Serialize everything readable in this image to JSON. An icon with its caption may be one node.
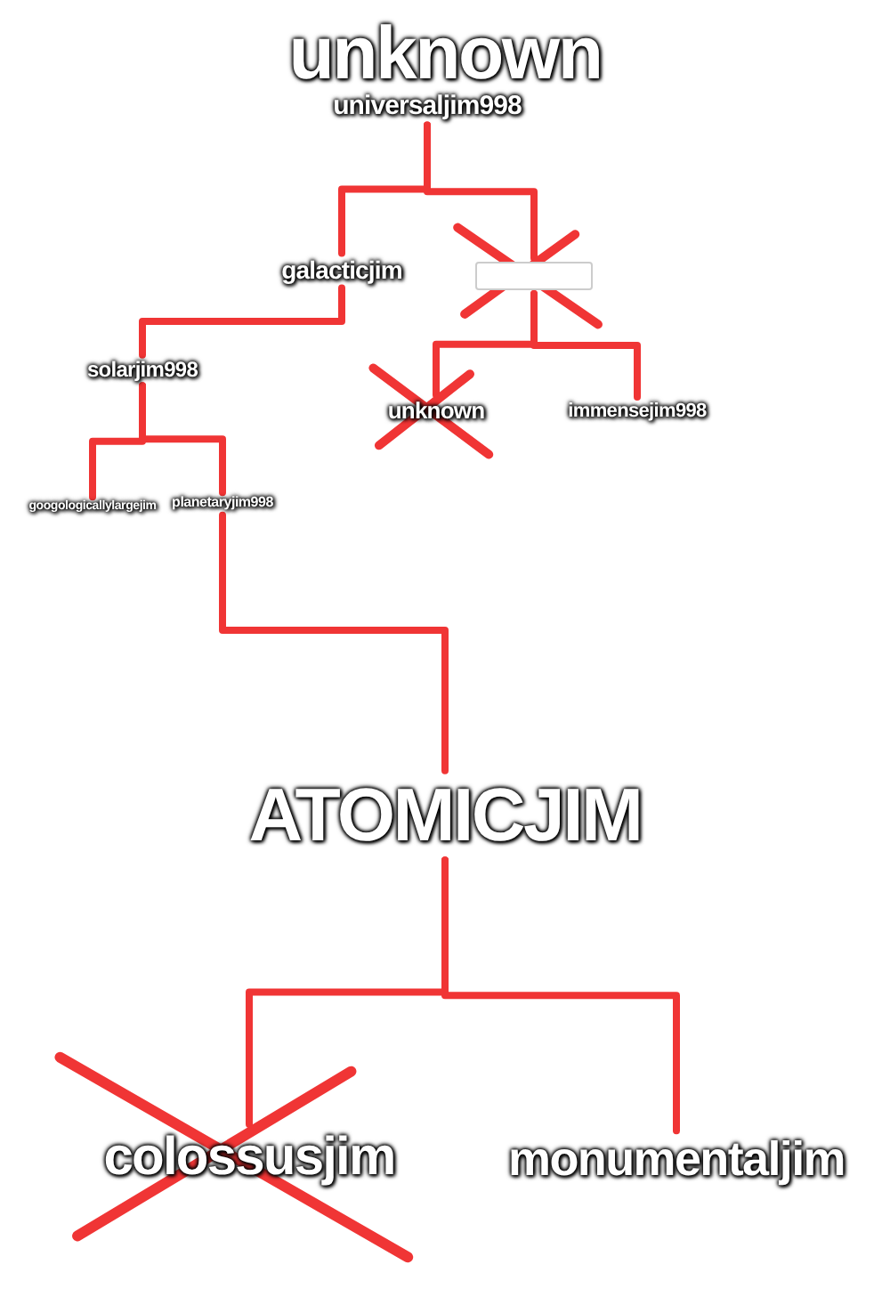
{
  "diagram": {
    "title": "unknown",
    "nodes": [
      {
        "text": [
          "universaljim998"
        ]
      },
      {
        "text": [
          "galacticjim"
        ]
      },
      {
        "text": [],
        "shape": "box"
      },
      {
        "text": [
          "solarjim998"
        ]
      },
      {
        "text": [
          "unknown"
        ]
      },
      {
        "text": [
          "immensejim998"
        ]
      },
      {
        "text": [
          "googologicallylargejim"
        ]
      },
      {
        "text": [
          "planetaryjim998"
        ]
      },
      {
        "text": [
          "ATOMICJIM"
        ]
      },
      {
        "text": [
          "colossusjim"
        ]
      },
      {
        "text": [
          "monumentaljim"
        ]
      }
    ],
    "edges": [
      {
        "from": 0,
        "to": 1,
        "arrow": "none"
      },
      {
        "from": 0,
        "to": 2,
        "arrow": "none"
      },
      {
        "from": 1,
        "to": 3,
        "arrow": "none"
      },
      {
        "from": 2,
        "to": 4,
        "arrow": "none"
      },
      {
        "from": 2,
        "to": 5,
        "arrow": "none"
      },
      {
        "from": 3,
        "to": 6,
        "arrow": "none"
      },
      {
        "from": 3,
        "to": 7,
        "arrow": "none"
      },
      {
        "from": 7,
        "to": 8,
        "arrow": "none"
      },
      {
        "from": 8,
        "to": 9,
        "arrow": "none"
      },
      {
        "from": 8,
        "to": 10,
        "arrow": "none"
      }
    ]
  }
}
